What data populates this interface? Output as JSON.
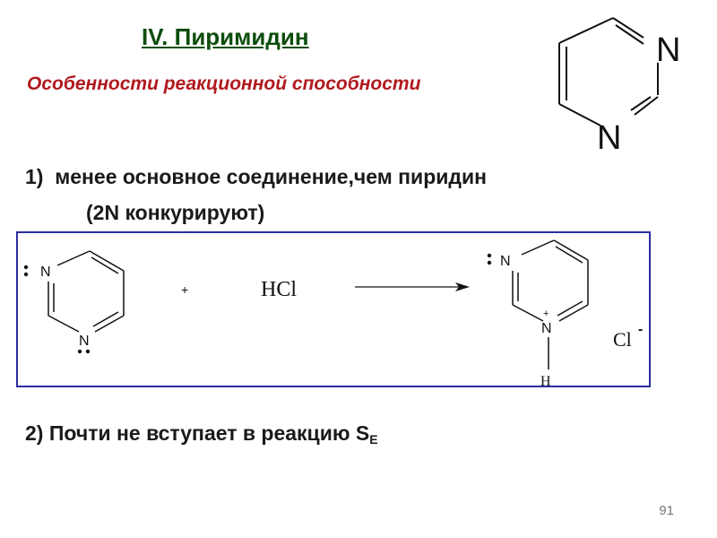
{
  "title": "IV. Пиримидин",
  "subtitle": "Особенности реакционной способности",
  "point1": {
    "number": "1)",
    "text": "менее основное соединение,чем пиридин",
    "note": "(2N конкурируют)"
  },
  "reaction": {
    "atom_n": "N",
    "plus_sign": "+",
    "reagent": "HCl",
    "product_charge": "+",
    "product_h": "H",
    "counter_ion": "Cl",
    "counter_charge": "-"
  },
  "point2": {
    "text": "2) Почти не вступает в реакцию S",
    "subscript": "E"
  },
  "slide_number": "91",
  "colors": {
    "title": "#0d4d0d",
    "subtitle": "#b0191e",
    "box_border": "#2b2ba0"
  }
}
